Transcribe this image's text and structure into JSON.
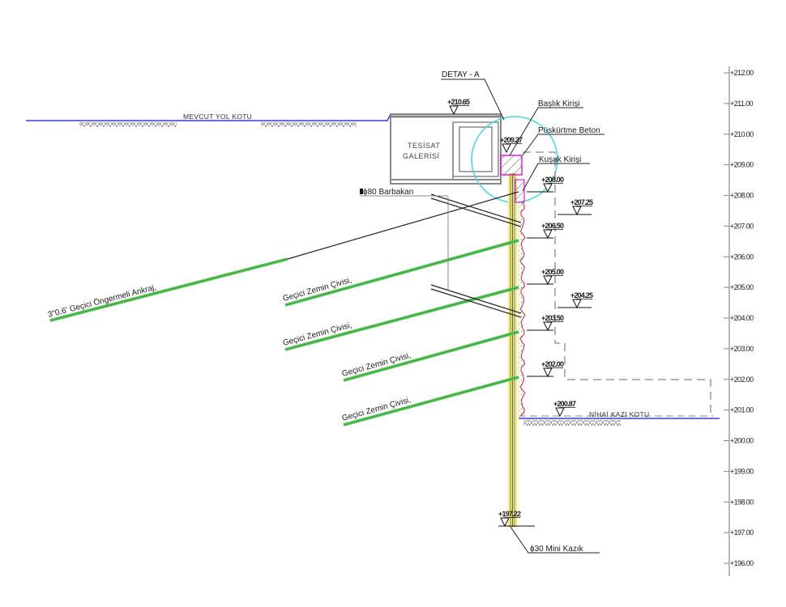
{
  "title": "Cross-section of temporary retaining wall with soil nails and prestressed anchor",
  "colors": {
    "ground_line": "#3a3ad8",
    "soil_nail": "#5ac85a",
    "pile_fill": "#f4f070",
    "shotcrete_edge": "#e02020",
    "beam_outline": "#e020e0",
    "detail_circle": "#40d8e0",
    "dashed_line": "#888888"
  },
  "elevation_axis": {
    "ticks": [
      "+212.00",
      "+211.00",
      "+210.00",
      "+209.00",
      "+208.00",
      "+207.00",
      "+206.00",
      "+205.00",
      "+204.00",
      "+203.00",
      "+202.00",
      "+201.00",
      "+200.00",
      "+199.00",
      "+198.00",
      "+197.00",
      "+196.00"
    ]
  },
  "labels": {
    "existing_road": "MEVCUT YOL KOTU",
    "final_excavation": "NİHAİ KAZI KOTU",
    "detail_a": "DETAY - A",
    "capping_beam": "Başlık Kirişi",
    "shotcrete": "Püskürtme Beton",
    "waler_beam": "Kuşak Kirişi",
    "weephole": "ϕ80 Barbakan",
    "mini_pile": "ϕ30 Mini Kazık",
    "gallery_line1": "TESİSAT",
    "gallery_line2": "GALERİSİ",
    "anchor": "3\"0.6' Geçici Öngermeli Ankraj,",
    "nail_1": "Geçici Zemin Çivisi,",
    "nail_2": "Geçici Zemin Çivisi,",
    "nail_3": "Geçici Zemin Çivisi,",
    "nail_4": "Geçici Zemin Çivisi,"
  },
  "elevations": {
    "gallery_top": "+210.65",
    "beam_top": "+209.27",
    "e208": "+208.00",
    "e207_25": "+207.25",
    "e206_50": "+206.50",
    "e205": "+205.00",
    "e204_25": "+204.25",
    "e203_50": "+203.50",
    "e202": "+202.00",
    "final": "+200.87",
    "pile_toe": "+197.22"
  }
}
